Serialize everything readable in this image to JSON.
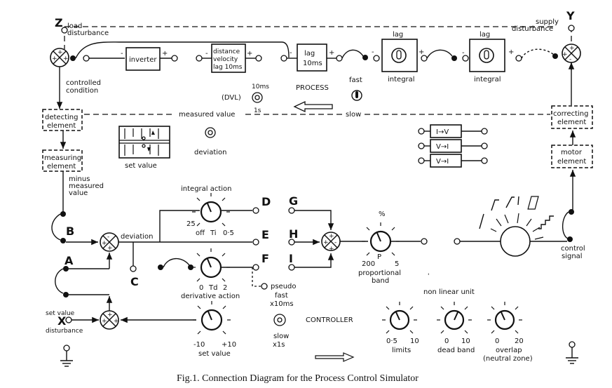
{
  "caption": "Fig.1. Connection Diagram for the Process Control Simulator",
  "nodes": {
    "z": "Z",
    "y": "Y",
    "x": "X",
    "a": "A",
    "b": "B",
    "c": "C",
    "d": "D",
    "e": "E",
    "f": "F",
    "g": "G",
    "h": "H",
    "i": "I"
  },
  "disturbance": {
    "load_1": "load",
    "load_2": "disturbance",
    "supply_1": "supply",
    "supply_2": "disturbance",
    "setval_1": "set value",
    "setval_2": "disturbance"
  },
  "process": {
    "inverter": "inverter",
    "dv_1": "distance",
    "dv_2": "velocity",
    "dv_3": "lag 10ms",
    "lag_1": "lag",
    "lag_2": "10ms",
    "lag_int1_top": "lag",
    "lag_int1_bottom": "integral",
    "lag_int2_top": "lag",
    "lag_int2_bottom": "integral",
    "controlled_1": "controlled",
    "controlled_2": "condition",
    "dvl": "(DVL)",
    "dvl_10ms": "10ms",
    "dvl_1s": "1s",
    "process_label": "PROCESS",
    "fast": "fast",
    "slow": "slow",
    "measured_value": "measured value"
  },
  "measurement": {
    "detecting_1": "detecting",
    "detecting_2": "element",
    "measuring_1": "measuring",
    "measuring_2": "element",
    "minus_1": "minus",
    "minus_2": "measured",
    "minus_3": "value",
    "set_value_meter": "set value",
    "deviation_meter": "deviation"
  },
  "converters": [
    "I→V",
    "V→I",
    "V→I"
  ],
  "actuator": {
    "correcting_1": "correcting",
    "correcting_2": "element",
    "motor_1": "motor",
    "motor_2": "element",
    "control_1": "control",
    "control_2": "signal"
  },
  "controller": {
    "deviation": "deviation",
    "integral_action": "integral action",
    "ti_25": "25",
    "ti_off": "off",
    "ti": "Ti",
    "ti_05": "0·5",
    "td_0": "0",
    "td": "Td",
    "td_2": "2",
    "derivative_action": "derivative action",
    "pseudo": "pseudo",
    "fast": "fast",
    "fast_mult": "x10ms",
    "slow": "slow",
    "slow_mult": "x1s",
    "controller_label": "CONTROLLER",
    "percent": "%",
    "p": "P",
    "p_200": "200",
    "p_5": "5",
    "prop_1": "proportional",
    "prop_2": "band",
    "set_value": "set value",
    "sv_min": "-10",
    "sv_max": "+10"
  },
  "nonlinear": {
    "title": "non linear unit",
    "limits_min": "0·5",
    "limits_max": "10",
    "limits": "limits",
    "dead_min": "0",
    "dead_max": "10",
    "dead": "dead band",
    "overlap_min": "0",
    "overlap_max": "20",
    "overlap_1": "overlap",
    "overlap_2": "(neutral zone)"
  }
}
